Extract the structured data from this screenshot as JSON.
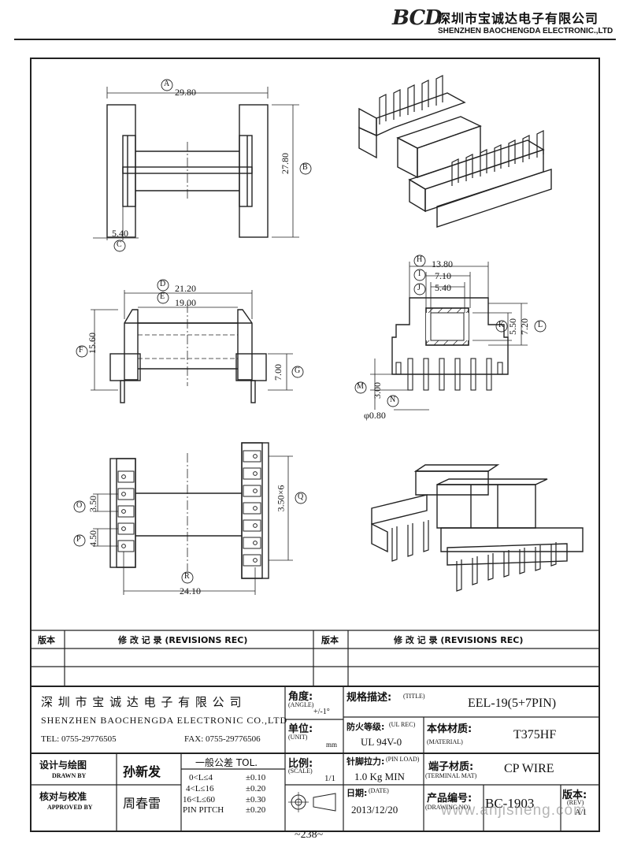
{
  "header": {
    "logo": "BCD",
    "company_cn": "深圳市宝诚达电子有限公司",
    "company_en": "SHENZHEN BAOCHENGDA ELECTRONIC.,LTD"
  },
  "dims": {
    "A": "29.80",
    "B": "27.80",
    "C": "5.40",
    "D": "21.20",
    "E": "19.00",
    "F": "15.60",
    "G": "7.00",
    "H": "13.80",
    "I": "7.10",
    "J": "5.40",
    "K": "5.50",
    "L": "7.20",
    "M": "3.00",
    "N": "φ0.80",
    "O": "3.50",
    "P": "4.50",
    "Q": "3.50×6",
    "R": "24.10"
  },
  "markers": {
    "A": "A",
    "B": "B",
    "C": "C",
    "D": "D",
    "E": "E",
    "F": "F",
    "G": "G",
    "H": "H",
    "I": "I",
    "J": "J",
    "K": "K",
    "L": "L",
    "M": "M",
    "N": "N",
    "O": "O",
    "P": "P",
    "Q": "Q",
    "R": "R"
  },
  "revisions": {
    "col_rev": "版本",
    "col_rec": "修 改 记 录 (REVISIONS REC)"
  },
  "title_block": {
    "company_cn": "深 圳 市 宝 诚 达 电 子 有 限 公 司",
    "company_en": "SHENZHEN BAOCHENGDA ELECTRONIC CO.,LTD",
    "tel": "TEL: 0755-29776505",
    "fax": "FAX: 0755-29776506",
    "angle_cn": "角度:",
    "angle_en": "(ANGLE)",
    "angle_val": "+/-1°",
    "unit_cn": "单位:",
    "unit_en": "(UNIT)",
    "unit_val": "mm",
    "scale_cn": "比例:",
    "scale_en": "(SCALE)",
    "scale_val": "1/1",
    "title_cn": "规格描述:",
    "title_en": "(TITLE)",
    "title_val": "EEL-19(5+7PIN)",
    "ul_cn": "防火等级:",
    "ul_en": "(UL REC)",
    "ul_val": "UL 94V-0",
    "material_cn": "本体材质:",
    "material_en": "(MATERIAL)",
    "material_val": "T375HF",
    "pinload_cn": "针脚拉力:",
    "pinload_en": "(PIN LOAD)",
    "pinload_val": "1.0 Kg MIN",
    "terminal_cn": "端子材质:",
    "terminal_en": "(TERMINAL MAT)",
    "terminal_val": "CP WIRE",
    "date_cn": "日期:",
    "date_en": "(DATE)",
    "date_val": "2013/12/20",
    "drawno_cn": "产品编号:",
    "drawno_en": "(DRAWING NO)",
    "drawno_val": "BC-1903",
    "rev_cn": "版本:",
    "rev_en": "(REV)",
    "rev_val": "A/1",
    "drawn_cn": "设计与绘图",
    "drawn_en": "DRAWN BY",
    "drawn_name": "孙新发",
    "approved_cn": "核对与校准",
    "approved_en": "APPROVED BY",
    "approved_name": "周春雷",
    "tol_title": "一般公差 TOL.",
    "tol_rows": [
      {
        "range": "0<L≤4",
        "val": "±0.10"
      },
      {
        "range": "4<L≤16",
        "val": "±0.20"
      },
      {
        "range": "16<L≤60",
        "val": "±0.30"
      },
      {
        "range": "PIN PITCH",
        "val": "±0.20"
      }
    ]
  },
  "page_number": "~238~",
  "watermark": "www.anjisheng.com"
}
